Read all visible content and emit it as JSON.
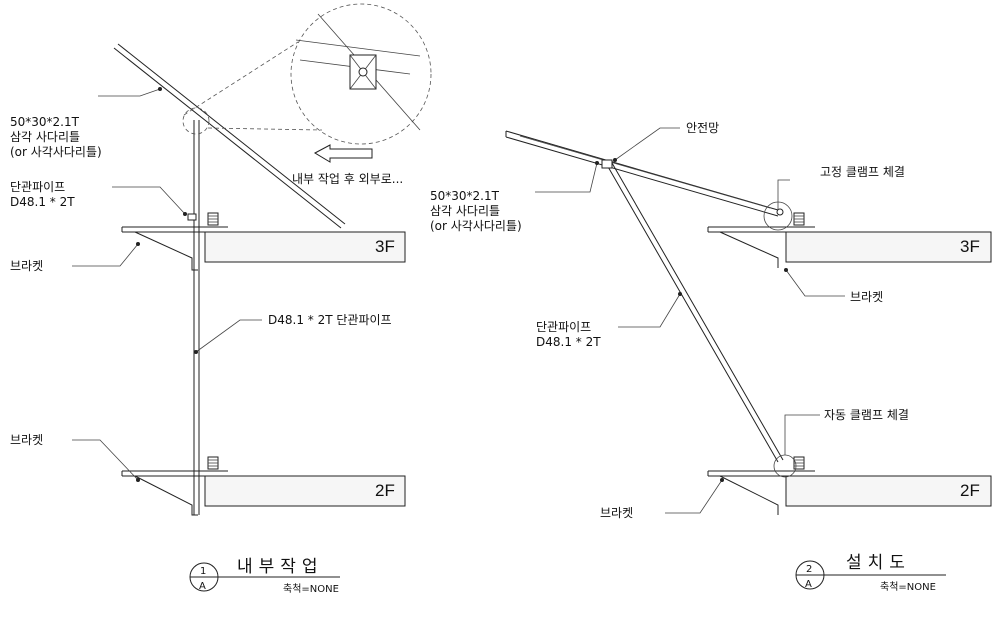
{
  "left_view": {
    "ladder_spec": [
      "50*30*2.1T",
      "삼각 사다리틀",
      "(or 사각사다리틀)"
    ],
    "pipe_label": [
      "단관파이프",
      "D48.1 * 2T"
    ],
    "bracket_upper": "브라켓",
    "bracket_lower": "브라켓",
    "vertical_pipe": "D48.1 * 2T 단관파이프",
    "direction_note": "내부 작업 후 외부로...",
    "floor_upper": "3F",
    "floor_lower": "2F"
  },
  "right_view": {
    "safety_net": "안전망",
    "fixed_clamp": "고정 클램프 체결",
    "ladder_spec": [
      "50*30*2.1T",
      "삼각 사다리틀",
      "(or 사각사다리틀)"
    ],
    "pipe_label": [
      "단관파이프",
      "D48.1 * 2T"
    ],
    "bracket_upper": "브라켓",
    "auto_clamp": "자동 클램프 체결",
    "bracket_lower": "브라켓",
    "floor_upper": "3F",
    "floor_lower": "2F"
  },
  "titles": [
    {
      "number": "1",
      "sheet": "A",
      "title": "내부작업",
      "scale": "축척=NONE"
    },
    {
      "number": "2",
      "sheet": "A",
      "title": "설치도",
      "scale": "축척=NONE"
    }
  ]
}
